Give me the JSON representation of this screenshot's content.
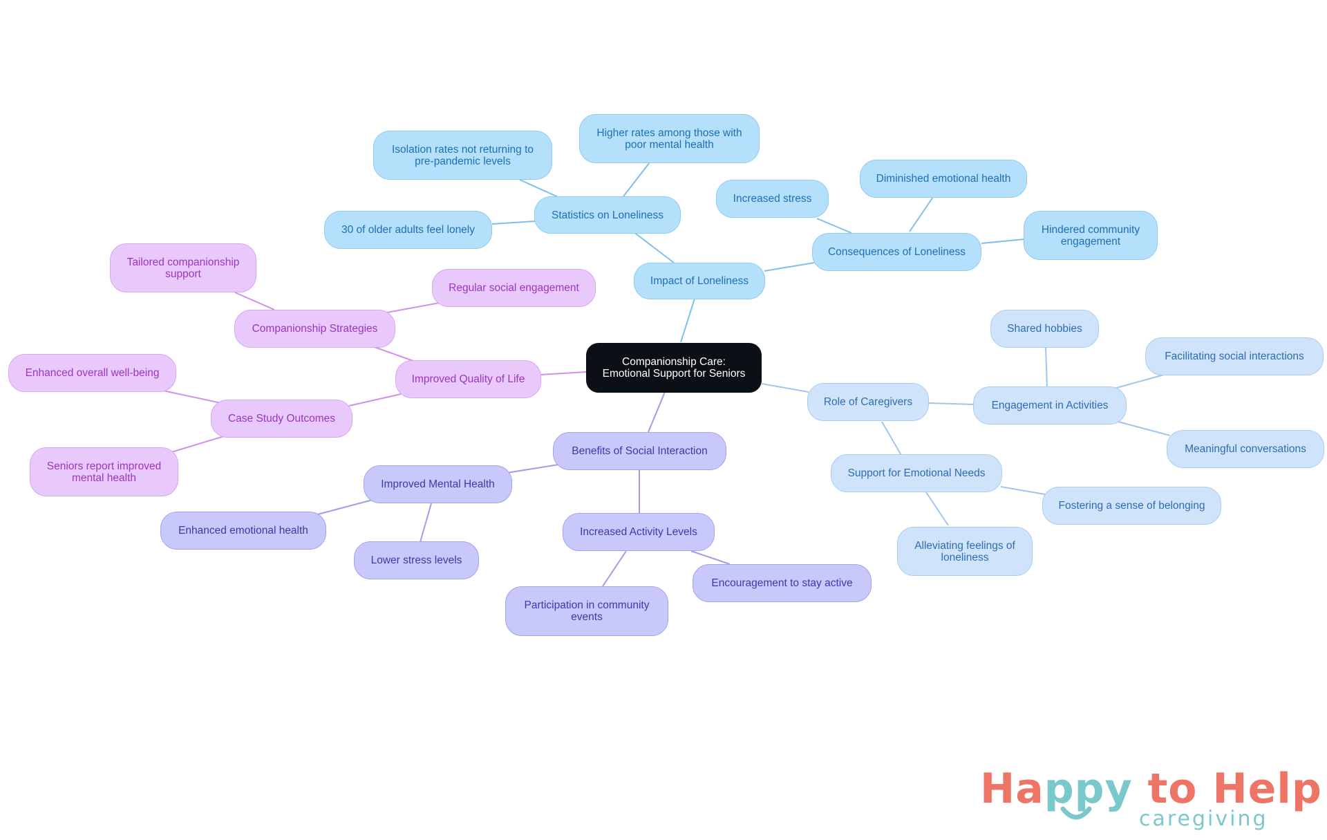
{
  "diagram": {
    "root": "Companionship Care:\nEmotional Support for Seniors",
    "branches": {
      "impact": {
        "label": "Impact of Loneliness",
        "statistics": {
          "label": "Statistics on Loneliness",
          "items": [
            "Isolation rates not returning to\npre-pandemic levels",
            "Higher rates among those with\npoor mental health",
            "30 of older adults feel lonely"
          ]
        },
        "consequences": {
          "label": "Consequences of Loneliness",
          "items": [
            "Increased stress",
            "Diminished emotional health",
            "Hindered community\nengagement"
          ]
        }
      },
      "caregivers": {
        "label": "Role of Caregivers",
        "engagement": {
          "label": "Engagement in Activities",
          "items": [
            "Shared hobbies",
            "Facilitating social interactions",
            "Meaningful conversations"
          ]
        },
        "support": {
          "label": "Support for Emotional Needs",
          "items": [
            "Fostering a sense of belonging",
            "Alleviating feelings of\nloneliness"
          ]
        }
      },
      "benefits": {
        "label": "Benefits of Social Interaction",
        "mental": {
          "label": "Improved Mental Health",
          "items": [
            "Enhanced emotional health",
            "Lower stress levels"
          ]
        },
        "activity": {
          "label": "Increased Activity Levels",
          "items": [
            "Participation in community\nevents",
            "Encouragement to stay active"
          ]
        }
      },
      "quality": {
        "label": "Improved Quality of Life",
        "strategies": {
          "label": "Companionship Strategies",
          "items": [
            "Tailored companionship\nsupport",
            "Regular social engagement"
          ]
        },
        "outcomes": {
          "label": "Case Study Outcomes",
          "items": [
            "Enhanced overall well-being",
            "Seniors report improved\nmental health"
          ]
        }
      }
    }
  },
  "logo": {
    "part1": "Ha",
    "part2": "ppy",
    "part3": " to Help",
    "tagline": "caregiving"
  },
  "colors": {
    "impact_fill": "#b4e0fb",
    "impact_edge": "#7dbfe9",
    "caregivers_fill": "#cfe4fb",
    "caregivers_edge": "#9ec5ee",
    "benefits_fill": "#c8c8fb",
    "benefits_edge": "#9d9de9",
    "quality_fill": "#e9c9fb",
    "quality_edge": "#d090ea",
    "root_fill": "#0b1016",
    "logo_coral": "#ee7466",
    "logo_teal": "#79c8cb"
  }
}
